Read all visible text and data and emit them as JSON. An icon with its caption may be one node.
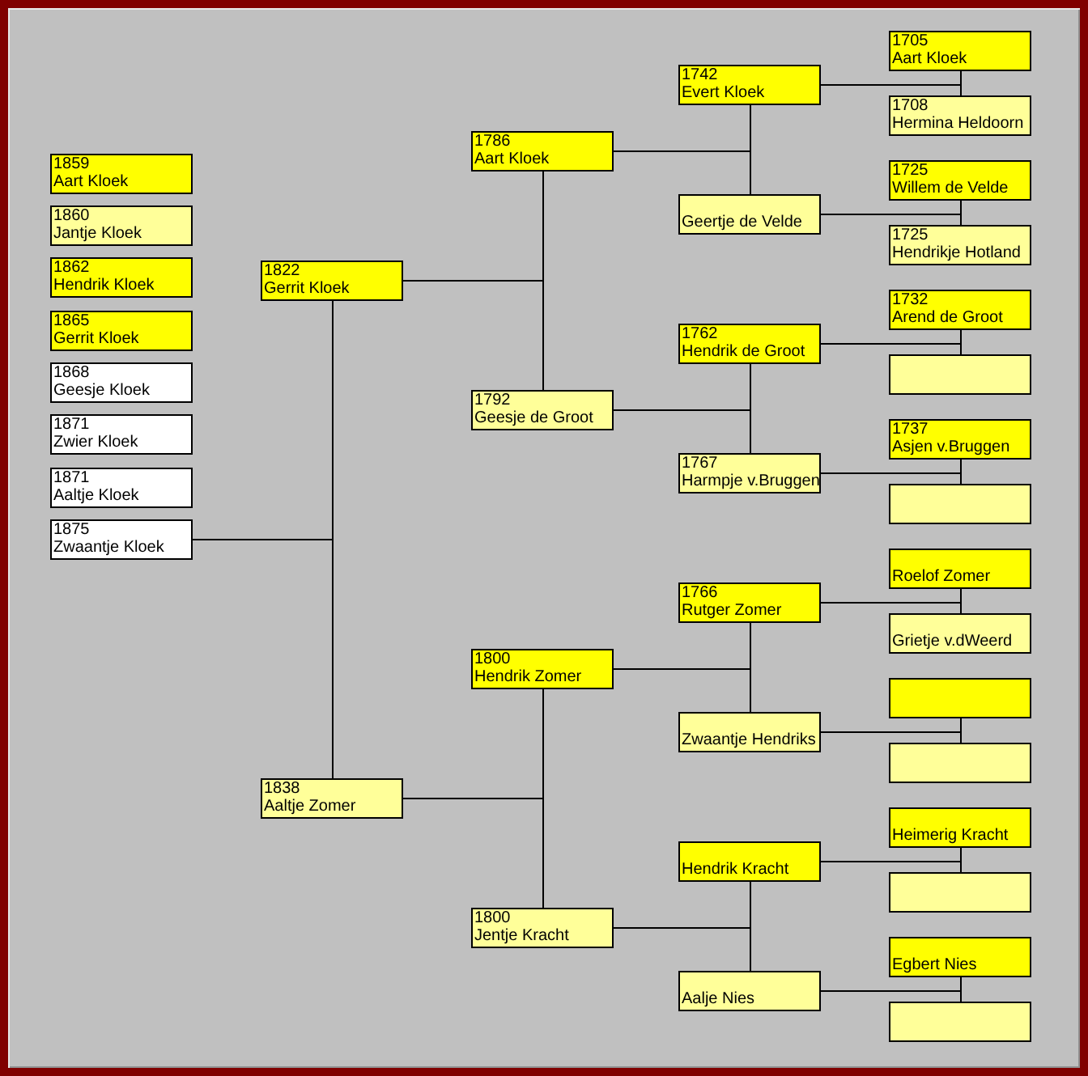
{
  "diagram": {
    "nodes": [
      {
        "text": [
          "1859",
          "Aart Kloek"
        ]
      },
      {
        "text": [
          "1860",
          "Jantje Kloek"
        ]
      },
      {
        "text": [
          "1862",
          "Hendrik Kloek"
        ]
      },
      {
        "text": [
          "1865",
          "Gerrit Kloek"
        ]
      },
      {
        "text": [
          "1868",
          "Geesje Kloek"
        ]
      },
      {
        "text": [
          "1871",
          "Zwier Kloek"
        ]
      },
      {
        "text": [
          "1871",
          "Aaltje Kloek"
        ]
      },
      {
        "text": [
          "1875",
          "Zwaantje Kloek"
        ]
      },
      {
        "text": [
          "1822",
          "Gerrit Kloek"
        ]
      },
      {
        "text": [
          "1838",
          "Aaltje Zomer"
        ]
      },
      {
        "text": [
          "1786",
          "Aart Kloek"
        ]
      },
      {
        "text": [
          "1792",
          "Geesje de Groot"
        ]
      },
      {
        "text": [
          "1800",
          "Hendrik Zomer"
        ]
      },
      {
        "text": [
          "1800",
          "Jentje Kracht"
        ]
      },
      {
        "text": [
          "1742",
          "Evert Kloek"
        ]
      },
      {
        "text": [
          "Geertje de Velde"
        ]
      },
      {
        "text": [
          "1762",
          "Hendrik de Groot"
        ]
      },
      {
        "text": [
          "1767",
          "Harmpje v.Bruggen"
        ]
      },
      {
        "text": [
          "1766",
          "Rutger Zomer"
        ]
      },
      {
        "text": [
          "Zwaantje Hendriks"
        ]
      },
      {
        "text": [
          "Hendrik Kracht"
        ]
      },
      {
        "text": [
          "Aalje Nies"
        ]
      },
      {
        "text": [
          "1705",
          "Aart Kloek"
        ]
      },
      {
        "text": [
          "1708",
          "Hermina Heldoorn"
        ]
      },
      {
        "text": [
          "1725",
          "Willem de Velde"
        ]
      },
      {
        "text": [
          "1725",
          "Hendrikje Hotland"
        ]
      },
      {
        "text": [
          "1732",
          "Arend de Groot"
        ]
      },
      {
        "text": [],
        "shape": "box"
      },
      {
        "text": [
          "1737",
          "Asjen v.Bruggen"
        ]
      },
      {
        "text": [],
        "shape": "box"
      },
      {
        "text": [
          "Roelof Zomer"
        ]
      },
      {
        "text": [
          "Grietje v.dWeerd"
        ]
      },
      {
        "text": [],
        "shape": "box"
      },
      {
        "text": [],
        "shape": "box"
      },
      {
        "text": [
          "Heimerig Kracht"
        ]
      },
      {
        "text": [],
        "shape": "box"
      },
      {
        "text": [
          "Egbert Nies"
        ]
      },
      {
        "text": [],
        "shape": "box"
      }
    ],
    "edges": [
      {
        "from": 7,
        "to": 8,
        "arrow": "none"
      },
      {
        "from": 7,
        "to": 9,
        "arrow": "none"
      },
      {
        "from": 8,
        "to": 10,
        "arrow": "none"
      },
      {
        "from": 8,
        "to": 11,
        "arrow": "none"
      },
      {
        "from": 9,
        "to": 12,
        "arrow": "none"
      },
      {
        "from": 9,
        "to": 13,
        "arrow": "none"
      },
      {
        "from": 10,
        "to": 14,
        "arrow": "none"
      },
      {
        "from": 10,
        "to": 15,
        "arrow": "none"
      },
      {
        "from": 11,
        "to": 16,
        "arrow": "none"
      },
      {
        "from": 11,
        "to": 17,
        "arrow": "none"
      },
      {
        "from": 12,
        "to": 18,
        "arrow": "none"
      },
      {
        "from": 12,
        "to": 19,
        "arrow": "none"
      },
      {
        "from": 13,
        "to": 20,
        "arrow": "none"
      },
      {
        "from": 13,
        "to": 21,
        "arrow": "none"
      },
      {
        "from": 14,
        "to": 22,
        "arrow": "none"
      },
      {
        "from": 14,
        "to": 23,
        "arrow": "none"
      },
      {
        "from": 15,
        "to": 24,
        "arrow": "none"
      },
      {
        "from": 15,
        "to": 25,
        "arrow": "none"
      },
      {
        "from": 16,
        "to": 26,
        "arrow": "none"
      },
      {
        "from": 16,
        "to": 27,
        "arrow": "none"
      },
      {
        "from": 17,
        "to": 28,
        "arrow": "none"
      },
      {
        "from": 17,
        "to": 29,
        "arrow": "none"
      },
      {
        "from": 18,
        "to": 30,
        "arrow": "none"
      },
      {
        "from": 18,
        "to": 31,
        "arrow": "none"
      },
      {
        "from": 19,
        "to": 32,
        "arrow": "none"
      },
      {
        "from": 19,
        "to": 33,
        "arrow": "none"
      },
      {
        "from": 20,
        "to": 34,
        "arrow": "none"
      },
      {
        "from": 20,
        "to": 35,
        "arrow": "none"
      },
      {
        "from": 21,
        "to": 36,
        "arrow": "none"
      },
      {
        "from": 21,
        "to": 37,
        "arrow": "none"
      }
    ]
  }
}
